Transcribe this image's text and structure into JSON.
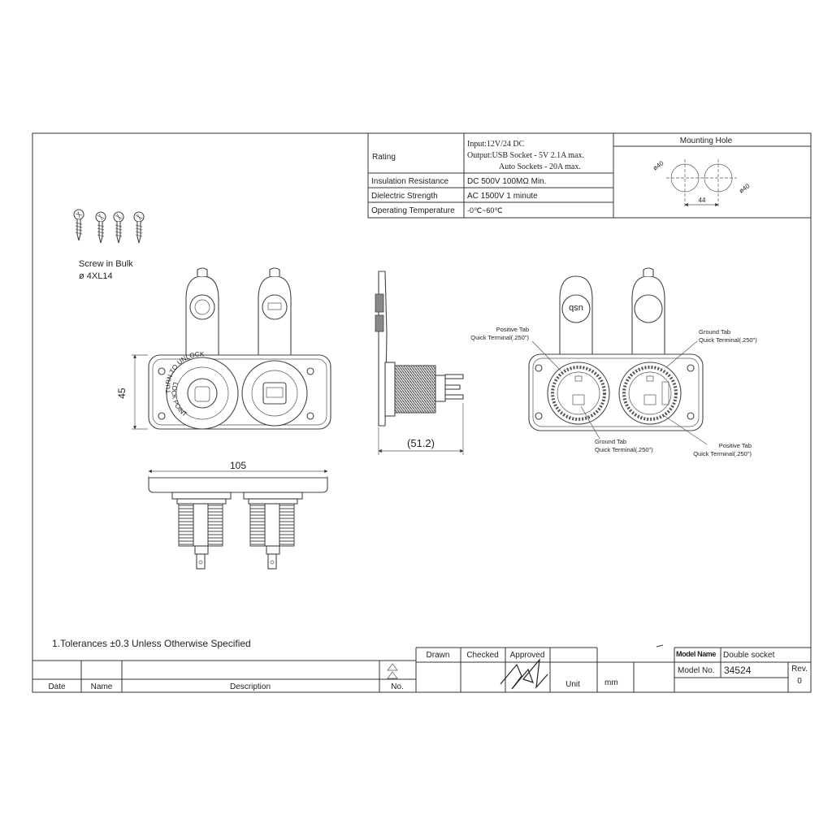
{
  "spec_table": {
    "rating_label": "Rating",
    "rating_line1": "Input:12V/24 DC",
    "rating_line2": "Output:USB Socket -  5V 2.1A max.",
    "rating_line3": "Auto Sockets -  20A max.",
    "insulation_label": "Insulation Resistance",
    "insulation_value": "DC 500V 100MΩ Min.",
    "dielectric_label": "Dielectric Strength",
    "dielectric_value": "AC 1500V 1 minute",
    "temperature_label": "Operating Temperature",
    "temperature_value": "-0℃~60℃"
  },
  "mounting": {
    "title": "Mounting Hole",
    "dia_left": "ø40",
    "dia_right": "ø40",
    "spacing": "44"
  },
  "screws": {
    "label": "Screw in Bulk",
    "size": "ø 4XL14"
  },
  "dimensions": {
    "height": "45",
    "width": "105",
    "depth": "(51.2)"
  },
  "front_view": {
    "ring_text_top": "TURN TO UNLOCK",
    "ring_text_bottom": "LOCK POINT"
  },
  "terminals": {
    "pos_tab_left_1": "Positive Tab",
    "pos_tab_left_2": "Quick Terminal(.250\")",
    "ground_tab_right_1": "Ground Tab",
    "ground_tab_right_2": "Quick Terminal(.250\")",
    "ground_tab_bottom_1": "Ground Tab",
    "ground_tab_bottom_2": "Quick Terminal(.250\")",
    "pos_tab_bottom_1": "Positive Tab",
    "pos_tab_bottom_2": "Quick Terminal(.250\")",
    "usb_cap_text": "usb"
  },
  "notes": {
    "tolerance": "1.Tolerances ±0.3 Unless Otherwise Specified"
  },
  "title_block": {
    "date": "Date",
    "name": "Name",
    "description": "Description",
    "no": "No.",
    "drawn": "Drawn",
    "checked": "Checked",
    "approved": "Approved",
    "unit_label": "Unit",
    "unit_value": "mm",
    "model_name_label": "Model Name",
    "model_name_value": "Double socket",
    "model_no_label": "Model No.",
    "model_no_value": "34524",
    "rev_label": "Rev.",
    "rev_value": "0"
  }
}
